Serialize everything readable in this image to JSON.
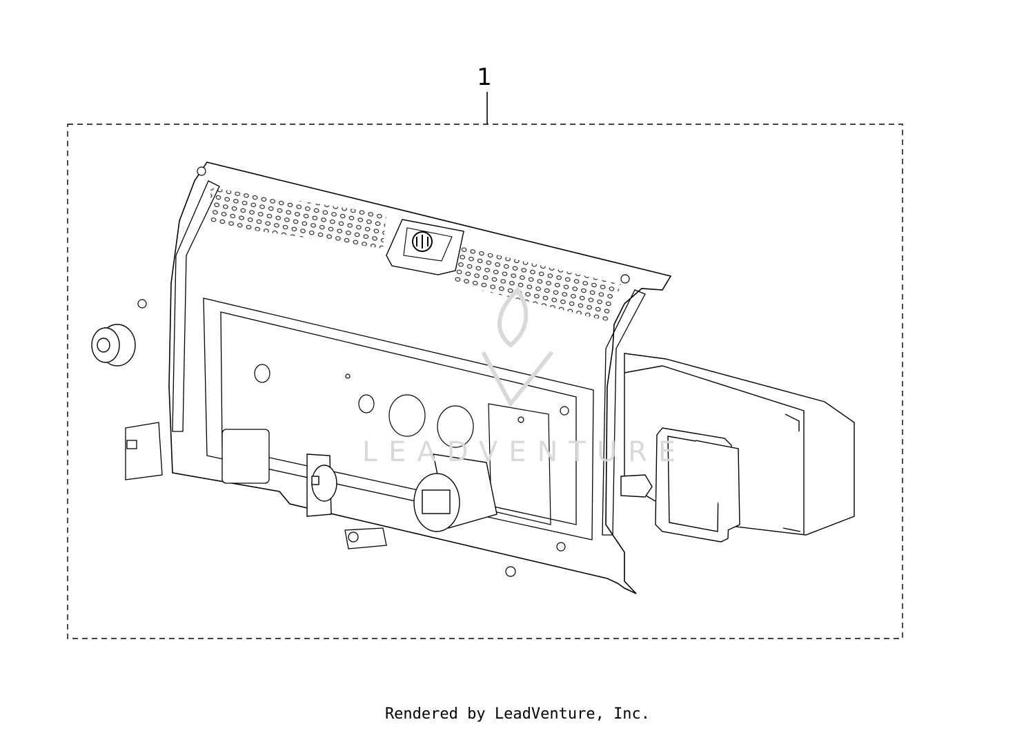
{
  "diagram": {
    "callout_number": "1",
    "watermark_text": "LEADVENTURE",
    "footer_text": "Rendered by LeadVenture, Inc."
  },
  "colors": {
    "line": "#000000",
    "watermark": "#d9d9d9",
    "background": "#ffffff"
  }
}
